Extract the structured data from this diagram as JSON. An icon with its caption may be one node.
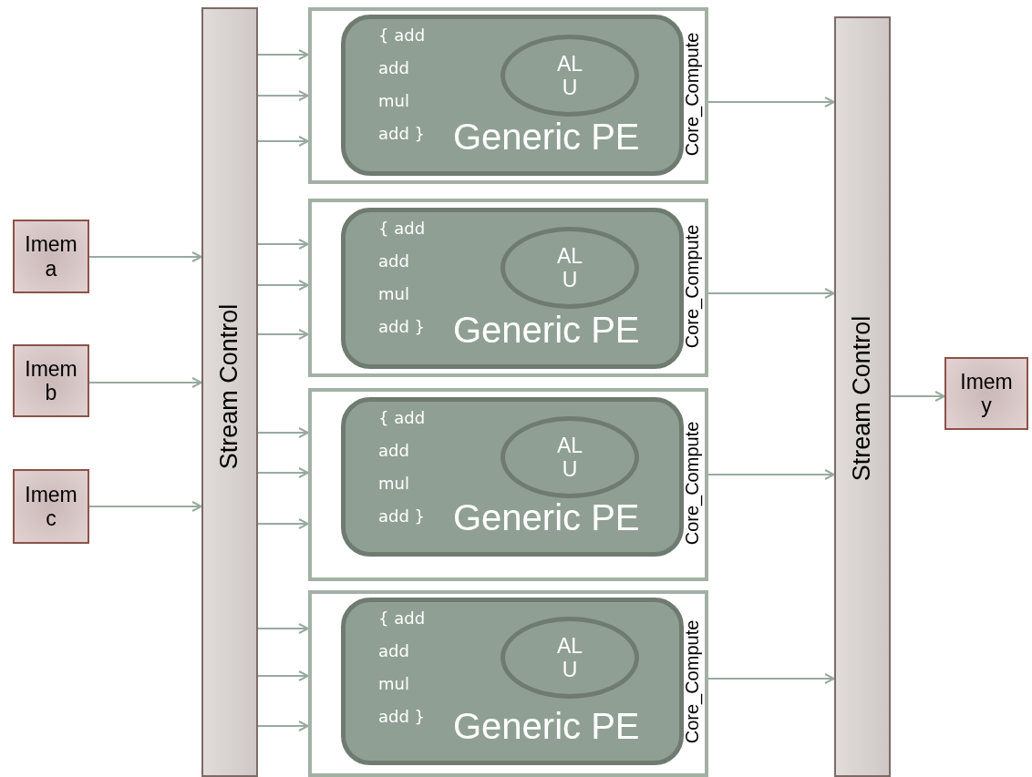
{
  "diagram": {
    "nodes": [
      {
        "text": [
          "Imem a"
        ]
      },
      {
        "text": [
          "Imem b"
        ]
      },
      {
        "text": [
          "Imem c"
        ]
      },
      {
        "text": [
          "Stream Control"
        ]
      },
      {
        "text": [
          "Core_Compute"
        ]
      },
      {
        "text": [
          "{ add add mul add }",
          "Generic PE"
        ],
        "in": 4
      },
      {
        "text": [
          "ALU"
        ],
        "in": 5
      },
      {
        "text": [
          "Core_Compute"
        ]
      },
      {
        "text": [
          "{ add add mul add }",
          "Generic PE"
        ],
        "in": 7
      },
      {
        "text": [
          "ALU"
        ],
        "in": 8
      },
      {
        "text": [
          "Core_Compute"
        ]
      },
      {
        "text": [
          "{ add add mul add }",
          "Generic PE"
        ],
        "in": 10
      },
      {
        "text": [
          "ALU"
        ],
        "in": 11
      },
      {
        "text": [
          "Core_Compute"
        ]
      },
      {
        "text": [
          "{ add add mul add }",
          "Generic PE"
        ],
        "in": 13
      },
      {
        "text": [
          "ALU"
        ],
        "in": 14
      },
      {
        "text": [
          "Stream Control"
        ]
      },
      {
        "text": [
          "Imem y"
        ]
      }
    ],
    "edges": [
      {
        "from": 0,
        "to": 3,
        "arrow": "to"
      },
      {
        "from": 1,
        "to": 3,
        "arrow": "to"
      },
      {
        "from": 2,
        "to": 3,
        "arrow": "to"
      },
      {
        "from": 3,
        "to": 4,
        "arrow": "to"
      },
      {
        "from": 3,
        "to": 4,
        "arrow": "to"
      },
      {
        "from": 3,
        "to": 4,
        "arrow": "to"
      },
      {
        "from": 3,
        "to": 7,
        "arrow": "to"
      },
      {
        "from": 3,
        "to": 7,
        "arrow": "to"
      },
      {
        "from": 3,
        "to": 7,
        "arrow": "to"
      },
      {
        "from": 3,
        "to": 10,
        "arrow": "to"
      },
      {
        "from": 3,
        "to": 10,
        "arrow": "to"
      },
      {
        "from": 3,
        "to": 10,
        "arrow": "to"
      },
      {
        "from": 3,
        "to": 13,
        "arrow": "to"
      },
      {
        "from": 3,
        "to": 13,
        "arrow": "to"
      },
      {
        "from": 3,
        "to": 13,
        "arrow": "to"
      },
      {
        "from": 4,
        "to": 16,
        "arrow": "to"
      },
      {
        "from": 7,
        "to": 16,
        "arrow": "to"
      },
      {
        "from": 10,
        "to": 16,
        "arrow": "to"
      },
      {
        "from": 13,
        "to": 16,
        "arrow": "to"
      },
      {
        "from": 16,
        "to": 17,
        "arrow": "to"
      }
    ]
  }
}
